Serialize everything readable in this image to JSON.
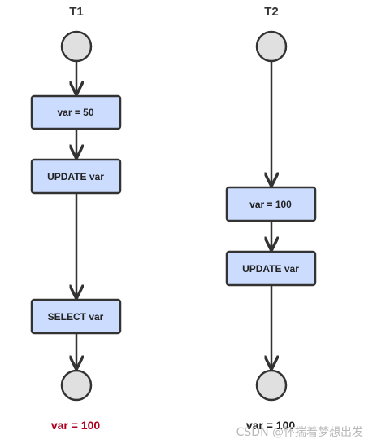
{
  "columns": [
    {
      "title": "T1",
      "steps": [
        "var = 50",
        "UPDATE var",
        "SELECT var"
      ],
      "result": "var = 100"
    },
    {
      "title": "T2",
      "steps": [
        "var = 100",
        "UPDATE var"
      ],
      "result": "var = 100"
    }
  ],
  "watermark": "CSDN @怀揣着梦想出发",
  "colors": {
    "node_fill": "#e0e0e0",
    "box_fill": "#ccdcff",
    "stroke": "#333333",
    "result_t1": "#b00020",
    "result_t2": "#222222"
  }
}
